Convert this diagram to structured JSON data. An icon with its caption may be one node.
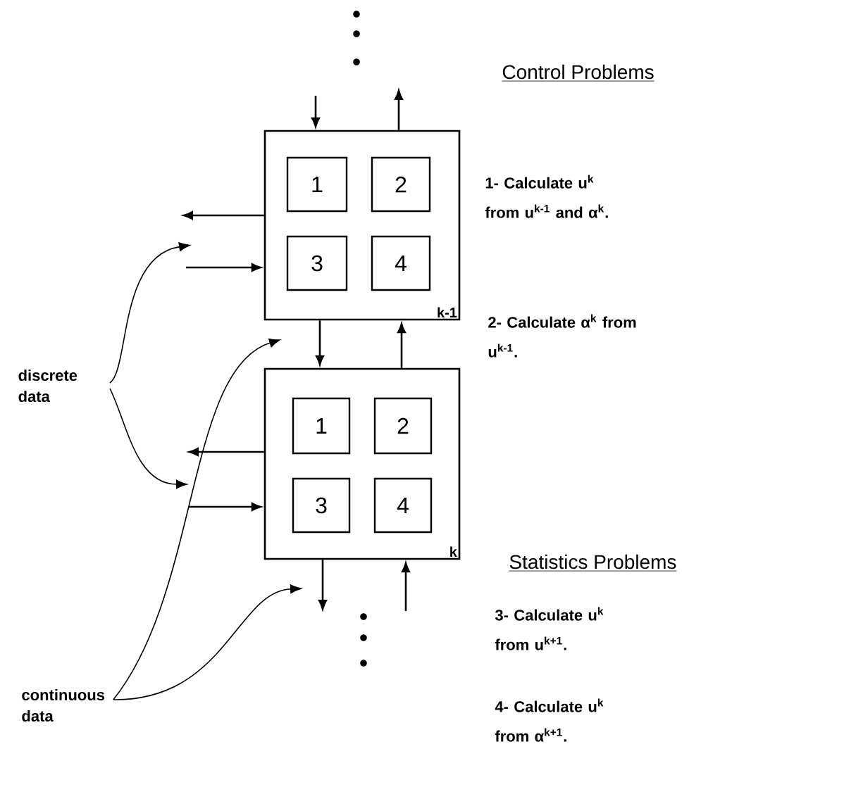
{
  "diagram": {
    "nodes": [
      {
        "text": [
          "k-1"
        ]
      },
      {
        "text": [
          "1"
        ],
        "in": 0
      },
      {
        "text": [
          "2"
        ],
        "in": 0
      },
      {
        "text": [
          "3"
        ],
        "in": 0
      },
      {
        "text": [
          "4"
        ],
        "in": 0
      },
      {
        "text": [
          "k"
        ]
      },
      {
        "text": [
          "1"
        ],
        "in": 5
      },
      {
        "text": [
          "2"
        ],
        "in": 5
      },
      {
        "text": [
          "3"
        ],
        "in": 5
      },
      {
        "text": [
          "4"
        ],
        "in": 5
      },
      {
        "text": [
          "discrete data"
        ]
      },
      {
        "text": [
          "continuous data"
        ]
      }
    ],
    "edges": [
      {
        "from": null,
        "to": 0,
        "arrow": "to"
      },
      {
        "from": 0,
        "to": null,
        "arrow": "to"
      },
      {
        "from": 0,
        "to": null,
        "arrow": "to"
      },
      {
        "from": null,
        "to": 0,
        "arrow": "to"
      },
      {
        "from": 0,
        "to": 5,
        "arrow": "to"
      },
      {
        "from": 5,
        "to": 0,
        "arrow": "to"
      },
      {
        "from": 5,
        "to": null,
        "arrow": "to"
      },
      {
        "from": null,
        "to": 5,
        "arrow": "to"
      },
      {
        "from": 5,
        "to": null,
        "arrow": "to"
      },
      {
        "from": null,
        "to": 5,
        "arrow": "to"
      },
      {
        "from": 10,
        "to": null,
        "arrow": "to"
      },
      {
        "from": 10,
        "to": null,
        "arrow": "to"
      },
      {
        "from": 11,
        "to": null,
        "arrow": "to"
      },
      {
        "from": 11,
        "to": null,
        "arrow": "to"
      }
    ],
    "labels": [
      "Control Problems",
      "1- Calculate u$^{k}$ from u$^{k-1}$ and α$^{k}$.",
      "2- Calculate α$^{k}$ from u$^{k-1}$.",
      "Statistics Problems",
      "3- Calculate u$^{k}$ from u$^{k+1}$.",
      "4- Calculate u$^{k}$ from α$^{k+1}$."
    ]
  }
}
